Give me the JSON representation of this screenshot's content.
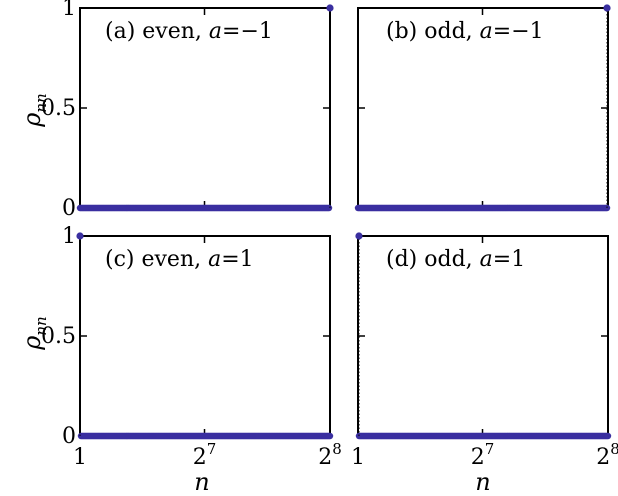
{
  "chart_data": [
    {
      "type": "scatter",
      "label_prefix": "(a) even, ",
      "label_var": "a",
      "label_eq": "=",
      "label_val": "−1",
      "xlim": [
        1,
        256
      ],
      "ylim": [
        0,
        1
      ],
      "series": [
        {
          "x_from": 1,
          "x_to": 255,
          "y": 0,
          "peak_x": 256,
          "peak_y": 1
        }
      ]
    },
    {
      "type": "scatter",
      "label_prefix": "(b) odd, ",
      "label_var": "a",
      "label_eq": "=",
      "label_val": "−1",
      "xlim": [
        1,
        256
      ],
      "ylim": [
        0,
        1
      ],
      "series": [
        {
          "x_from": 1,
          "x_to": 255,
          "y": 0,
          "peak_x": 255,
          "peak_y": 1
        }
      ]
    },
    {
      "type": "scatter",
      "label_prefix": "(c) even, ",
      "label_var": "a",
      "label_eq": "=",
      "label_val": "1",
      "xlim": [
        1,
        256
      ],
      "ylim": [
        0,
        1
      ],
      "series": [
        {
          "x_from": 2,
          "x_to": 256,
          "y": 0,
          "peak_x": 1,
          "peak_y": 1
        }
      ]
    },
    {
      "type": "scatter",
      "label_prefix": "(d) odd, ",
      "label_var": "a",
      "label_eq": "=",
      "label_val": "1",
      "xlim": [
        1,
        256
      ],
      "ylim": [
        0,
        1
      ],
      "series": [
        {
          "x_from": 2,
          "x_to": 256,
          "y": 0,
          "peak_x": 2,
          "peak_y": 1
        }
      ]
    }
  ],
  "axes": {
    "ylabel_main": "ρ",
    "ylabel_sub": "nn",
    "xlabel": "n",
    "yticks": [
      "0",
      "0.5",
      "1"
    ],
    "xticks": [
      {
        "value": 1,
        "base": "1",
        "exp": ""
      },
      {
        "value": 128,
        "base": "2",
        "exp": "7"
      },
      {
        "value": 256,
        "base": "2",
        "exp": "8"
      }
    ]
  },
  "colors": {
    "marker": "#3a2fa0",
    "frame": "#000000"
  }
}
